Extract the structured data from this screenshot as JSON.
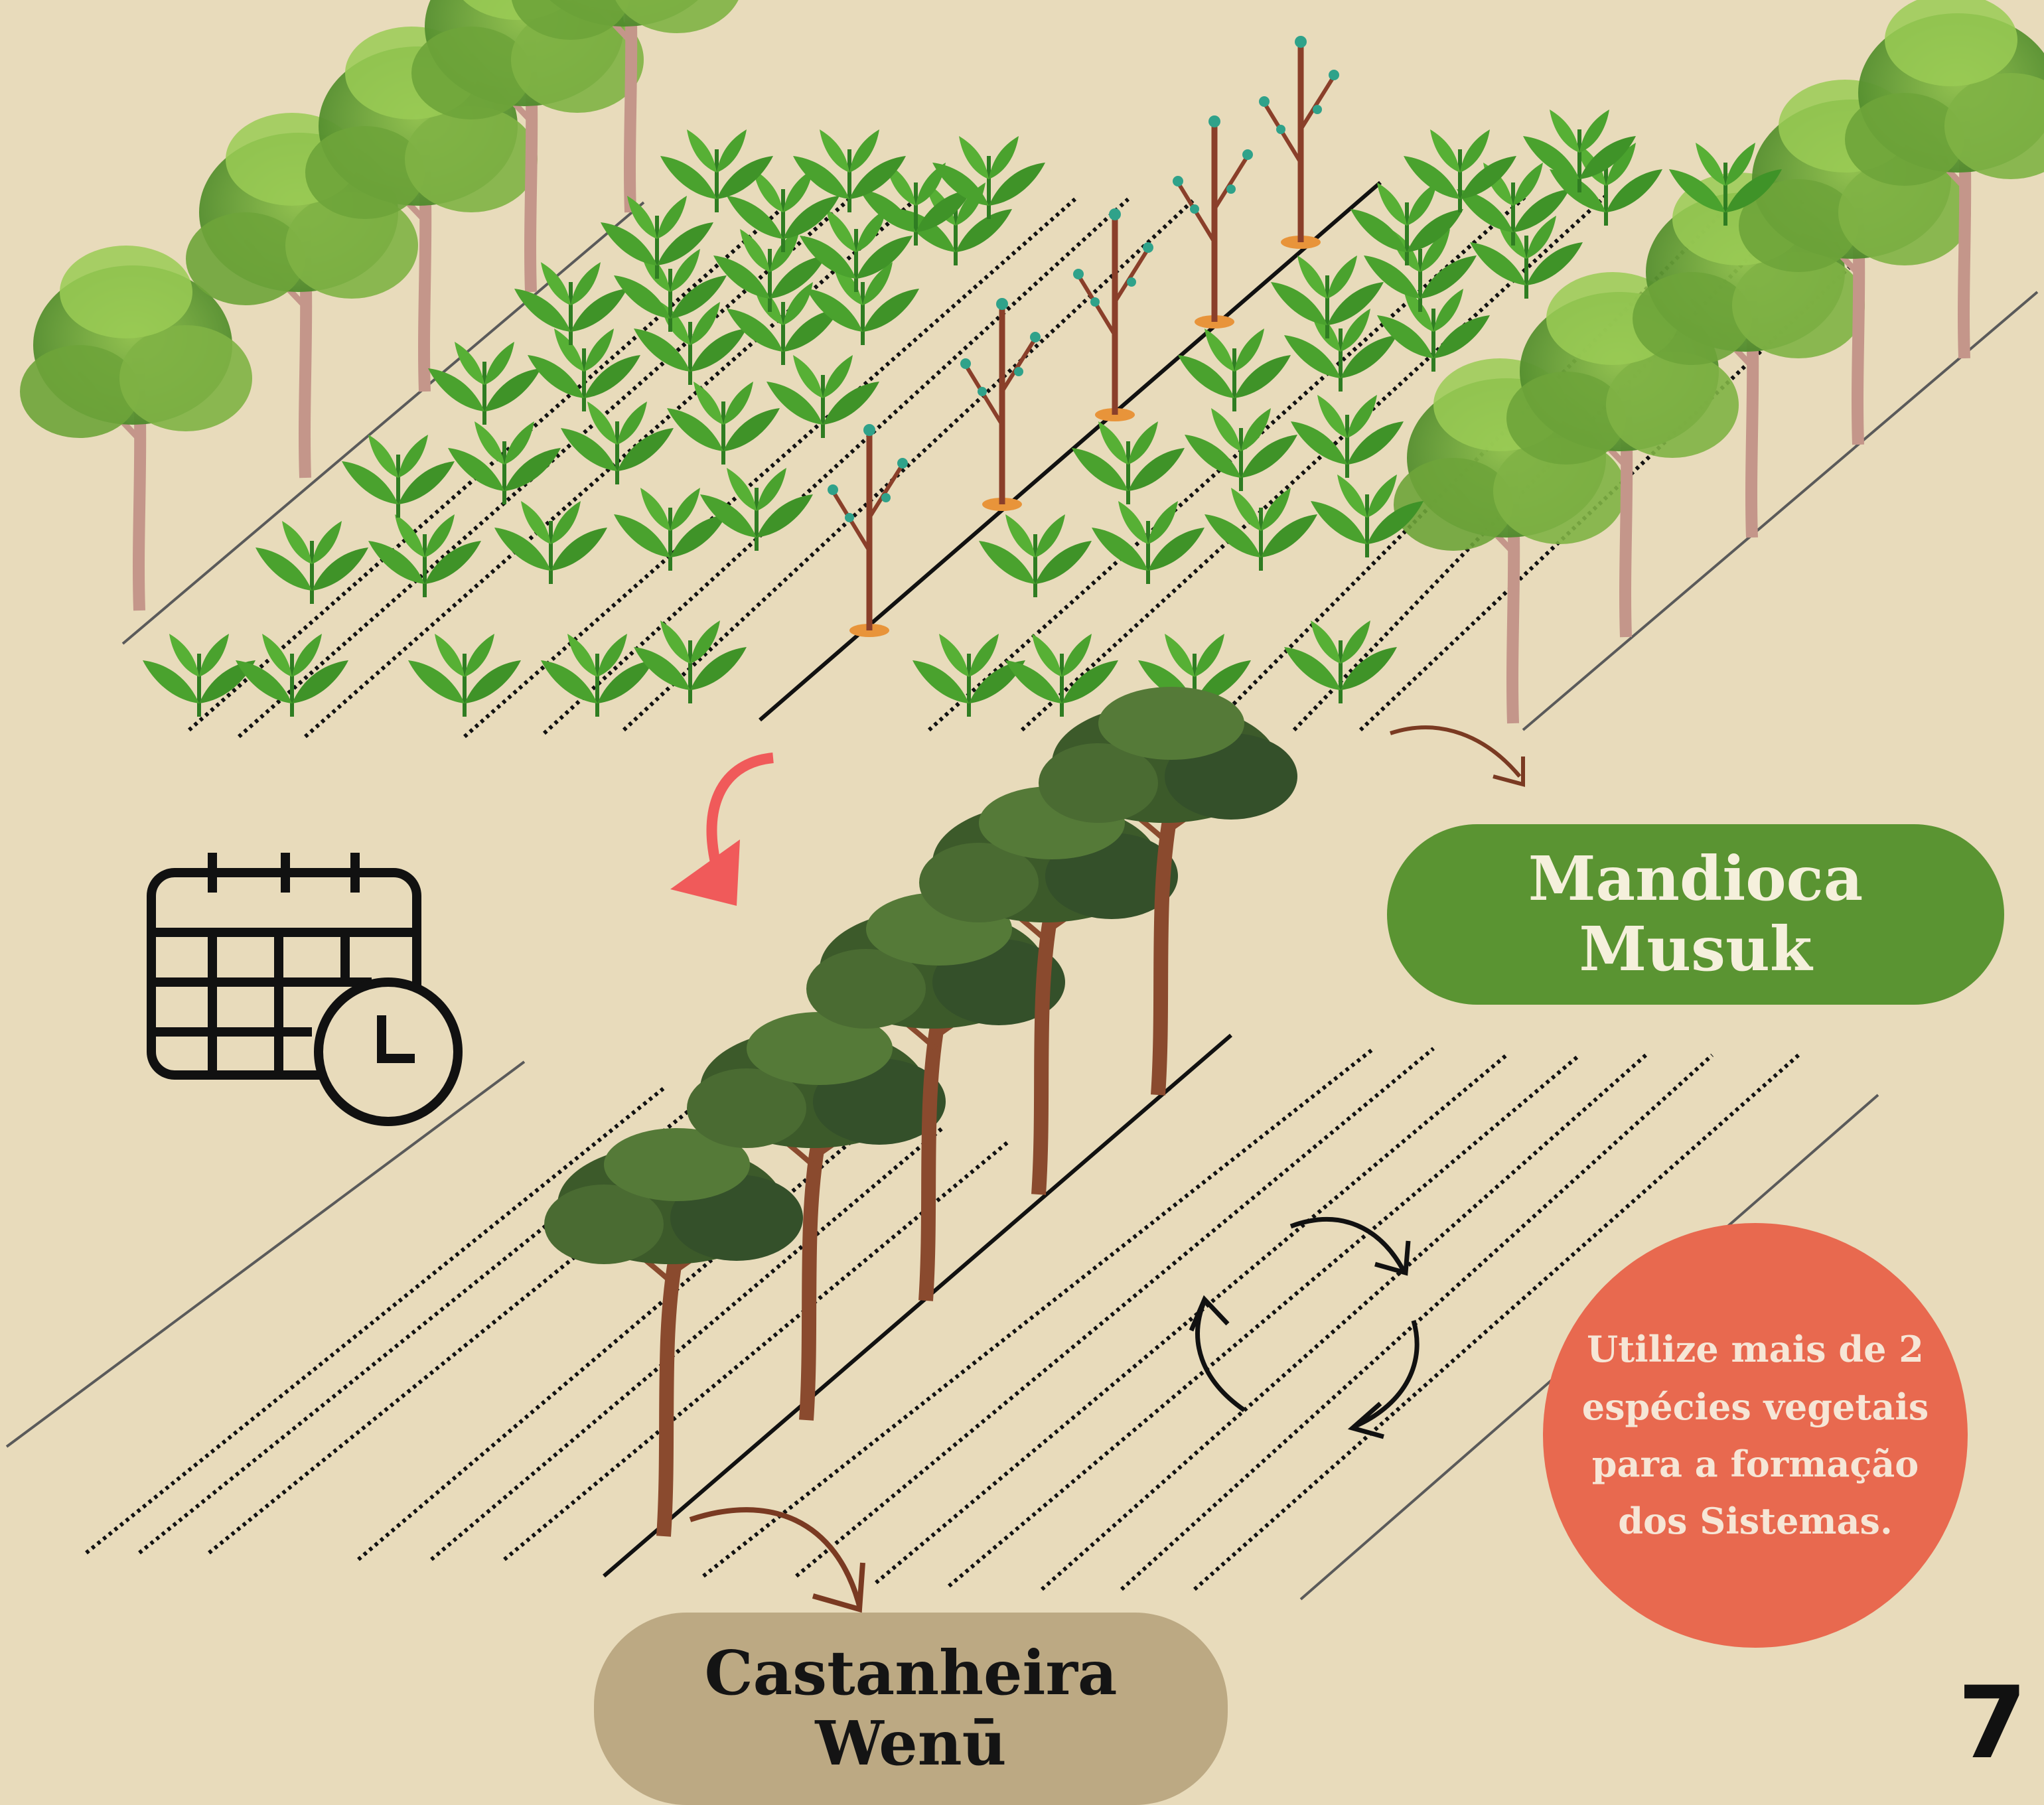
{
  "labels": {
    "mandioca": [
      "Mandioca",
      "Musuk"
    ],
    "castanheira": [
      "Castanheira",
      "Wenū"
    ],
    "tip": "Utilize mais de 2 espécies vegetais para a formação dos Sistemas.",
    "page_number": "7"
  },
  "icons": {
    "calendar": "calendar-clock-icon",
    "rotation": "cycle-arrows-icon",
    "red_arrow": "curved-arrow-down-icon"
  },
  "colors": {
    "background": "#e8dbbb",
    "mandioca_pill": "#5a9432",
    "castanheira_pill": "#bca983",
    "tip_circle": "#e8694f",
    "red_arrow": "#f05a5a",
    "brown_arrow": "#7a3a22",
    "plant_green": "#3f9a2a",
    "tree_dark": "#3c5a2a"
  }
}
